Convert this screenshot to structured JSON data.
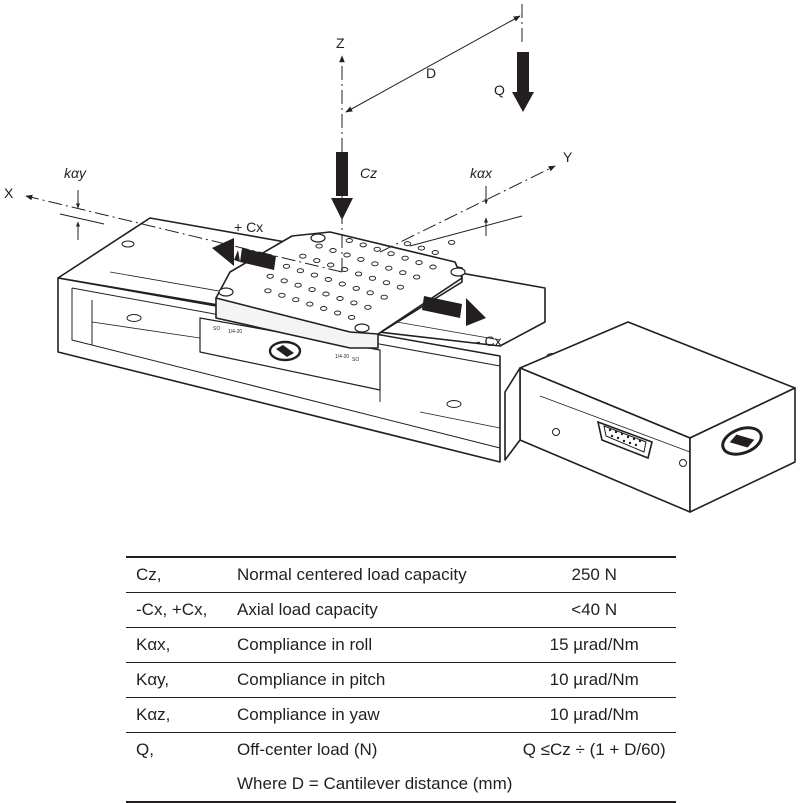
{
  "diagram": {
    "labels": {
      "z": "Z",
      "x": "X",
      "y": "Y",
      "d": "D",
      "q": "Q",
      "cz": "Cz",
      "plus_cx": "+ Cx",
      "minus_cx": "- Cx",
      "k_ay": "kαy",
      "k_ax": "kαx"
    },
    "scale_marks": {
      "left_a": "SO",
      "left_b": "1/4-20",
      "right_a": "1/4-20",
      "right_b": "SO"
    },
    "logo": "newport-logo",
    "colors": {
      "ink": "#231f20",
      "paper": "#ffffff"
    }
  },
  "table": {
    "rows": [
      {
        "symbol": "Cz,",
        "description": "Normal centered load capacity",
        "value": "250 N"
      },
      {
        "symbol": "-Cx, +Cx,",
        "description": "Axial load capacity",
        "value": "<40 N"
      },
      {
        "symbol": "Kαx,",
        "description": "Compliance in roll",
        "value": "15 µrad/Nm"
      },
      {
        "symbol": "Kαy,",
        "description": "Compliance in pitch",
        "value": "10 µrad/Nm"
      },
      {
        "symbol": "Kαz,",
        "description": "Compliance in yaw",
        "value": "10 µrad/Nm"
      },
      {
        "symbol": "Q,",
        "description": "Off-center load (N)",
        "value": "Q ≤Cz ÷ (1 + D/60)"
      },
      {
        "symbol": "",
        "description": "Where D = Cantilever distance (mm)",
        "value": ""
      }
    ]
  }
}
